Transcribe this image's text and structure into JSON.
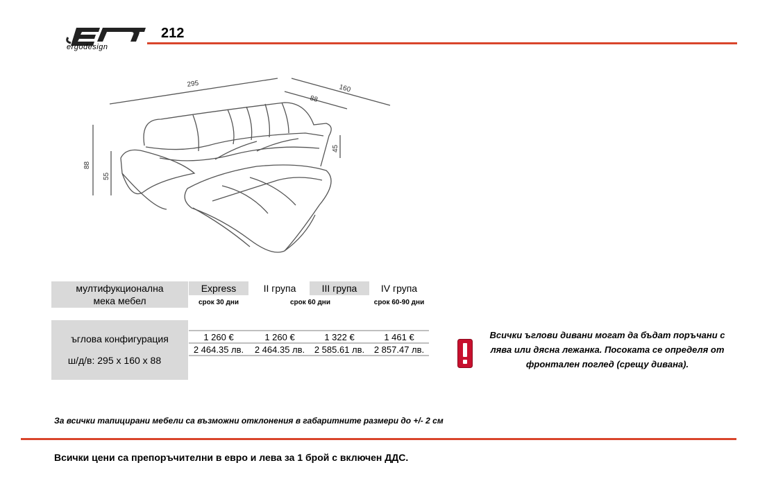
{
  "header": {
    "logo_text": "ergodesign",
    "model_number": "212"
  },
  "dimensions": {
    "width": "295",
    "depth": "160",
    "seat_depth": "88",
    "height": "88",
    "seat_height": "55",
    "arm_height": "45"
  },
  "table": {
    "title_line1": "мултифукционална",
    "title_line2": "мека мебел",
    "groups": [
      {
        "label": "Express",
        "term": "срок 30 дни"
      },
      {
        "label": "II група",
        "term": ""
      },
      {
        "label": "III група",
        "term": "срок 60 дни"
      },
      {
        "label": "IV група",
        "term": "срок 60-90 дни"
      }
    ],
    "row_label": "ъглова конфигурация",
    "row_dims": "ш/д/в: 295 x 160 x 88",
    "prices_eur": [
      "1 260 €",
      "1 260 €",
      "1 322 €",
      "1 461 €"
    ],
    "prices_bgn": [
      "2 464.35 лв.",
      "2 464.35 лв.",
      "2 585.61 лв.",
      "2 857.47 лв."
    ]
  },
  "notice": {
    "icon": "exclamation-icon",
    "line1": "Всички ъглови дивани могат да бъдат поръчани с",
    "line2": "лява или дясна лежанка. Посоката се определя от",
    "line3": "фронтален поглед (срещу дивана)."
  },
  "footer": {
    "tolerance_note": "За всички тапицирани мебели са възможни отклонения в габаритните размери до +/- 2 см",
    "price_note": "Всички цени са препоръчителни в евро и лева за 1 брой с включен ДДС."
  },
  "colors": {
    "accent_red": "#d9452b",
    "table_grey": "#d9d9d9"
  }
}
